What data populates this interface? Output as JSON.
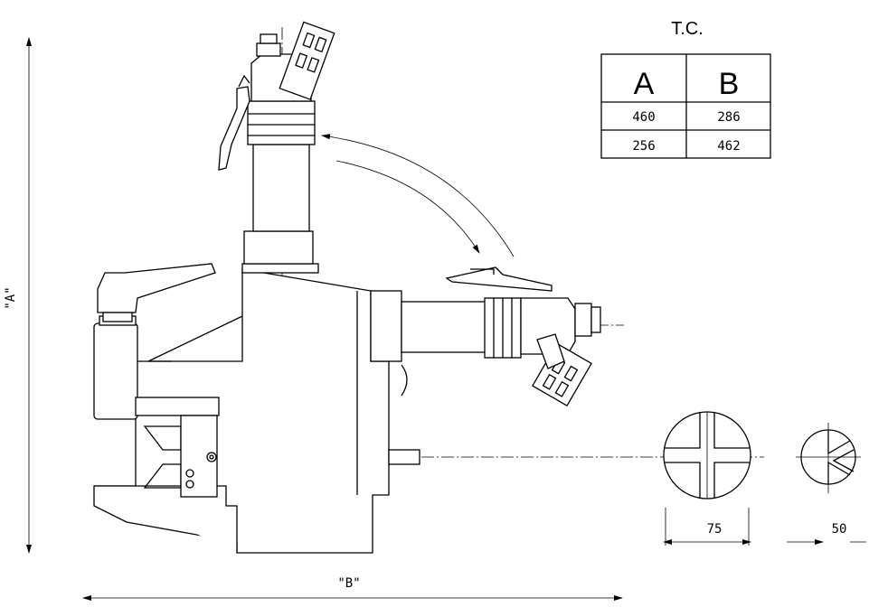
{
  "table": {
    "title": "T.C.",
    "headers": [
      "A",
      "B"
    ],
    "rows": [
      [
        "460",
        "286"
      ],
      [
        "256",
        "462"
      ]
    ]
  },
  "dimensions": {
    "vertical_label": "\"A\"",
    "horizontal_label": "\"B\"",
    "detail_left_label": "75",
    "detail_right_label": "50"
  }
}
